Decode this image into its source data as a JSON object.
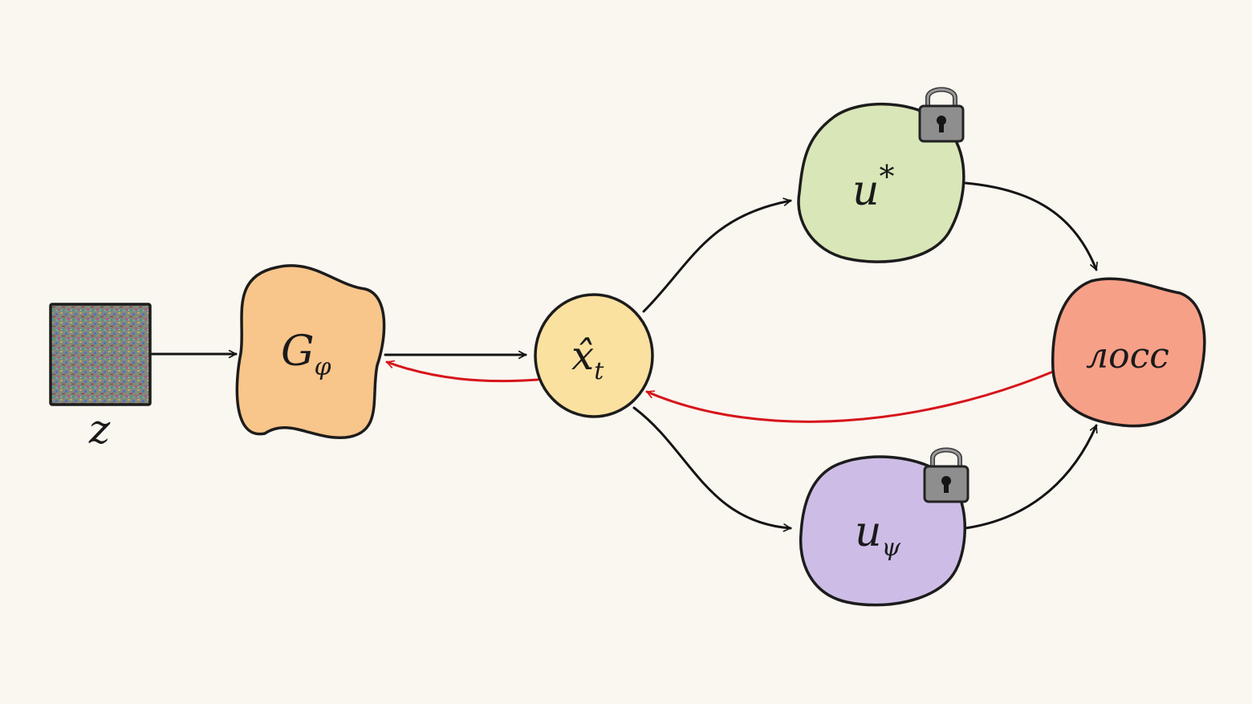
{
  "nodes": {
    "z": {
      "label": "z",
      "kind": "noise-square"
    },
    "generator": {
      "label": "G",
      "subscript": "φ",
      "color": "#f8c58b"
    },
    "sample": {
      "label": "x̂",
      "subscript": "t",
      "color": "#fbe1a0"
    },
    "teacher": {
      "label": "u",
      "superscript": "*",
      "color": "#d8e6b8",
      "locked": true
    },
    "student": {
      "label": "u",
      "subscript": "ψ",
      "color": "#cdbde6",
      "locked": true
    },
    "loss": {
      "label": "лосс",
      "color": "#f7a088"
    }
  },
  "edges": [
    {
      "from": "z",
      "to": "generator",
      "color": "#141414",
      "kind": "forward"
    },
    {
      "from": "generator",
      "to": "sample",
      "color": "#141414",
      "kind": "forward"
    },
    {
      "from": "sample",
      "to": "teacher",
      "color": "#141414",
      "kind": "forward"
    },
    {
      "from": "sample",
      "to": "student",
      "color": "#141414",
      "kind": "forward"
    },
    {
      "from": "teacher",
      "to": "loss",
      "color": "#141414",
      "kind": "forward"
    },
    {
      "from": "student",
      "to": "loss",
      "color": "#141414",
      "kind": "forward"
    },
    {
      "from": "loss",
      "to": "sample",
      "color": "#d6141a",
      "kind": "gradient"
    },
    {
      "from": "sample",
      "to": "generator",
      "color": "#d6141a",
      "kind": "gradient"
    }
  ],
  "icons": [
    "lock-icon",
    "lock-icon"
  ]
}
